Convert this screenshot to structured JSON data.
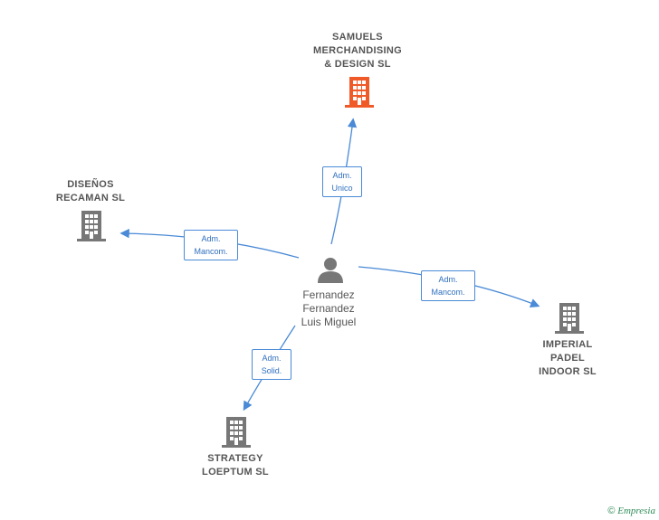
{
  "nodes": {
    "samuels": {
      "label": "SAMUELS\nMERCHANDISING\n& DESIGN  SL"
    },
    "disenos": {
      "label": "DISEÑOS\nRECAMAN SL"
    },
    "imperial": {
      "label": "IMPERIAL\nPADEL\nINDOOR  SL"
    },
    "strategy": {
      "label": "STRATEGY\nLOEPTUM  SL"
    },
    "person": {
      "label": "Fernandez\nFernandez\nLuis Miguel"
    }
  },
  "edges": {
    "to_samuels": "Adm.\nUnico",
    "to_disenos": "Adm.\nMancom.",
    "to_imperial": "Adm.\nMancom.",
    "to_strategy": "Adm.\nSolid."
  },
  "footer": {
    "copyright": "©",
    "brand": "Empresia"
  },
  "colors": {
    "highlight_building": "#f05a28",
    "building": "#777777",
    "edge": "#4a8ad6"
  }
}
